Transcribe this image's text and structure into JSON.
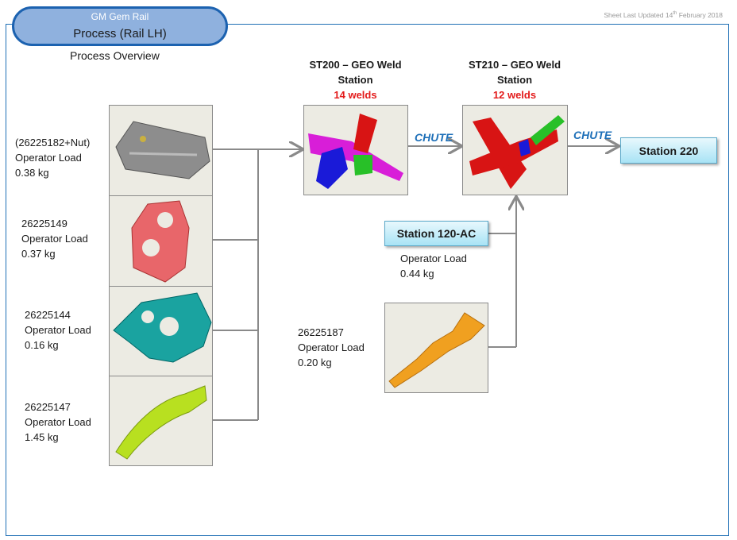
{
  "header": {
    "subtitle": "GM Gem Rail",
    "title": "Process (Rail LH)",
    "overview": "Process Overview",
    "updated_prefix": "Sheet Last Updated 14",
    "updated_sup": "th",
    "updated_suffix": " February 2018"
  },
  "parts": [
    {
      "line1": "(26225182+Nut)",
      "line2": "Operator Load",
      "line3": "0.38 kg",
      "color": "#8a8a8a"
    },
    {
      "line1": "26225149",
      "line2": "Operator Load",
      "line3": "0.37 kg",
      "color": "#e8666a"
    },
    {
      "line1": "26225144",
      "line2": "Operator Load",
      "line3": "0.16 kg",
      "color": "#1aa3a0"
    },
    {
      "line1": "26225147",
      "line2": "Operator Load",
      "line3": "1.45 kg",
      "color": "#b8e020"
    }
  ],
  "stations": {
    "st200": {
      "title1": "ST200 – GEO Weld",
      "title2": "Station",
      "welds": "14 welds"
    },
    "st210": {
      "title1": "ST210 – GEO Weld",
      "title2": "Station",
      "welds": "12 welds"
    },
    "chute1": "CHUTE",
    "chute2": "CHUTE",
    "station220": "Station 220",
    "station120": "Station 120-AC",
    "station120_load1": "Operator Load",
    "station120_load2": "0.44 kg",
    "part187": {
      "line1": "26225187",
      "line2": "Operator Load",
      "line3": "0.20 kg",
      "color": "#f0a020"
    }
  },
  "colors": {
    "frame": "#1f6fb5",
    "accent_red": "#e31b1b",
    "chute_blue": "#1d6fb8",
    "line_grey": "#8a8a8a"
  }
}
